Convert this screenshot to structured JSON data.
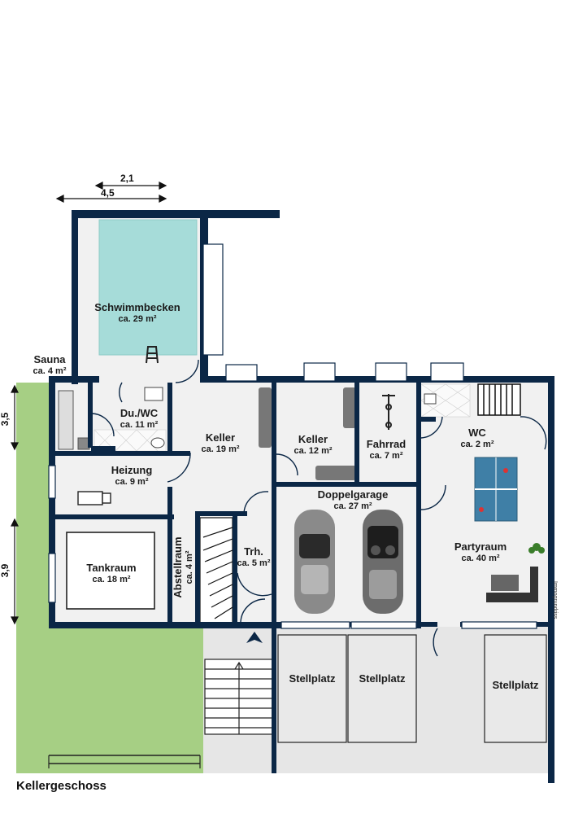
{
  "floor_title": "Kellergeschoss",
  "brand": "Immogrundriss",
  "dimensions": {
    "top_short": "2,1",
    "top_long": "4,5",
    "left_upper": "3,5",
    "left_lower": "3,9"
  },
  "rooms": {
    "schwimmbecken": {
      "name": "Schwimmbecken",
      "area": "ca. 29 m²"
    },
    "sauna": {
      "name": "Sauna",
      "area": "ca. 4 m²"
    },
    "duwc": {
      "name": "Du./WC",
      "area": "ca. 11 m²"
    },
    "keller1": {
      "name": "Keller",
      "area": "ca. 19 m²"
    },
    "keller2": {
      "name": "Keller",
      "area": "ca. 12 m²"
    },
    "fahrrad": {
      "name": "Fahrrad",
      "area": "ca. 7 m²"
    },
    "wc": {
      "name": "WC",
      "area": "ca. 2 m²"
    },
    "heizung": {
      "name": "Heizung",
      "area": "ca. 9 m²"
    },
    "doppelgarage": {
      "name": "Doppelgarage",
      "area": "ca. 27 m²"
    },
    "tankraum": {
      "name": "Tankraum",
      "area": "ca. 18 m²"
    },
    "abstellraum": {
      "name": "Abstellraum",
      "area": "ca. 4 m²"
    },
    "treppenhaus": {
      "name": "Trh.",
      "area": "ca. 5 m²"
    },
    "partyraum": {
      "name": "Partyraum",
      "area": "ca. 40 m²"
    }
  },
  "parking": [
    "Stellplatz",
    "Stellplatz",
    "Stellplatz"
  ],
  "colors": {
    "wall": "#0b2746",
    "floor": "#f1f1f1",
    "pool": "#a6dcd9",
    "grass": "#a6cf84",
    "paving": "#e4e4e4",
    "car": "#8a8a8a",
    "table": "#3f7fa6"
  }
}
